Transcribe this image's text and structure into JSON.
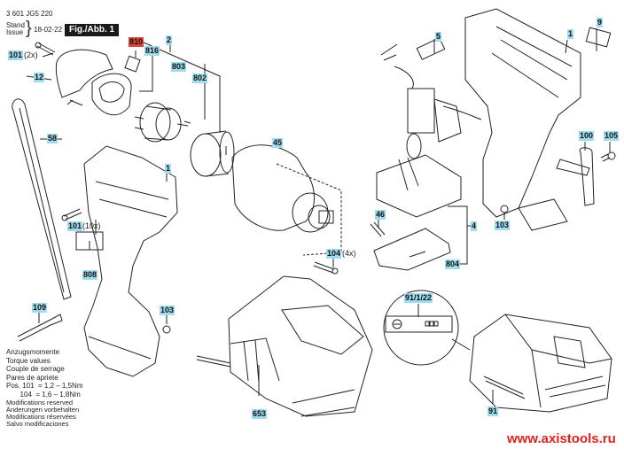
{
  "header": {
    "part_number": "3 601 JG5 220",
    "stand_label": "Stand",
    "issue_label": "Issue",
    "date": "18-02-22",
    "figure_label": "Fig./Abb. 1"
  },
  "labels": {
    "p1_handle": "1",
    "p1_housing": "1",
    "p2": "2",
    "p4": "4",
    "p5": "5",
    "p9": "9",
    "p12": "12",
    "p45": "45",
    "p46": "46",
    "p58": "58",
    "p91": "91",
    "p91_1_22": "91/1/22",
    "p100": "100",
    "p101_top": "101",
    "p101_top_qty": "(2x)",
    "p101_mid": "101",
    "p101_mid_qty": "(10x)",
    "p103_left": "103",
    "p103_right": "103",
    "p104": "104",
    "p104_qty": "(4x)",
    "p105": "105",
    "p109": "109",
    "p653": "653",
    "p802": "802",
    "p803": "803",
    "p804": "804",
    "p808": "808",
    "p810": "810",
    "p816": "816"
  },
  "colors": {
    "label_bg": "#9fdcee",
    "highlight_label_bg": "#e2463a",
    "url_color": "#e1221d"
  },
  "torque_notes": [
    "Anzugsmomente",
    "Torque values",
    "Couple de serrage",
    "Pares de apriete",
    "Pos. 101  = 1,2 – 1,5Nm",
    "       104  = 1,6 – 1,8Nm"
  ],
  "modification_notes": [
    "Modifications reserved",
    "Änderungen vorbehalten",
    "Modifications réservées",
    "Salvo modificaciones"
  ],
  "website": "www.axistools.ru"
}
